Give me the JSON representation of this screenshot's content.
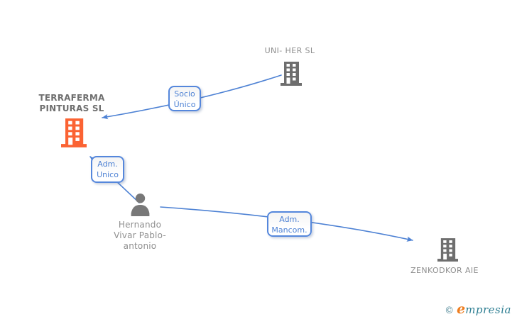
{
  "diagram_type": "corporate-relationship-chart",
  "colors": {
    "edge_blue": "#4e82d4",
    "company_icon_gray": "#6e6e6e",
    "focus_company_orange": "#fb6333",
    "label_gray": "#8e8e8e",
    "focus_label_gray": "#6f6f6f",
    "logo_teal": "#2f7f93",
    "logo_orange": "#ee7d1f"
  },
  "nodes": {
    "uni_her": {
      "name": "UNI- HER SL",
      "type": "company"
    },
    "terraferma": {
      "name": "TERRAFERMA PINTURAS SL",
      "type": "company-highlighted"
    },
    "person": {
      "name": "Hernando Vivar Pablo-antonio",
      "type": "person"
    },
    "zenkodkor": {
      "name": "ZENKODKOR AIE",
      "type": "company"
    }
  },
  "edges": {
    "socio_unico": {
      "line1": "Socio",
      "line2": "Único",
      "from": "UNI- HER SL",
      "to": "TERRAFERMA PINTURAS SL"
    },
    "adm_unico": {
      "line1": "Adm.",
      "line2": "Unico",
      "from": "Hernando Vivar Pablo-antonio",
      "to": "TERRAFERMA PINTURAS SL"
    },
    "adm_mancom": {
      "line1": "Adm.",
      "line2": "Mancom.",
      "from": "Hernando Vivar Pablo-antonio",
      "to": "ZENKODKOR AIE"
    }
  },
  "branding": {
    "copyright": "©",
    "logo_first": "e",
    "logo_rest": "mpresia"
  }
}
